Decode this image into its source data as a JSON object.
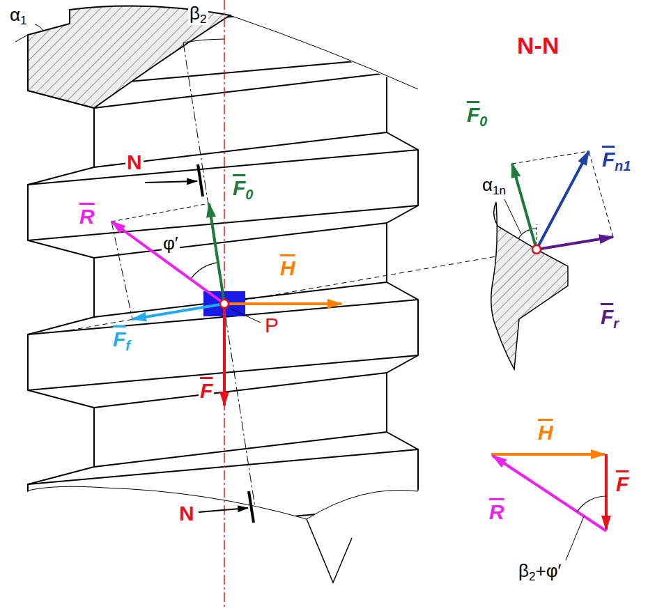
{
  "diagram": {
    "labels": [
      "α",
      "1",
      "β",
      "2",
      "N",
      "F",
      "0",
      "R",
      "φ′",
      "H",
      "F",
      "f",
      "P",
      "F",
      "N",
      "N-N",
      "F",
      "0",
      "F",
      "n1",
      "α",
      "1n",
      "F",
      "r",
      "H",
      "F",
      "R",
      "β",
      "2",
      "+φ′"
    ]
  }
}
